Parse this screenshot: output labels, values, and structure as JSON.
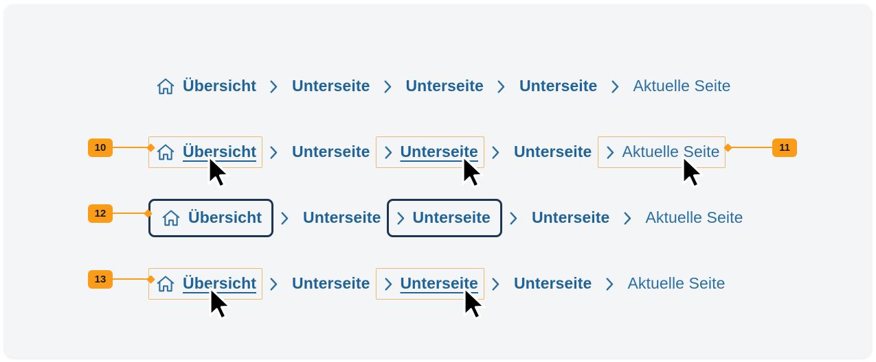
{
  "panel": {
    "background": "#f4f5f7",
    "accent_link": "#1f6399",
    "accent_annotation": "#fb9c18",
    "focus_border": "#1d3550",
    "hover_border": "#f0b86a"
  },
  "labels": {
    "home": "Übersicht",
    "sub": "Unterseite",
    "current": "Aktuelle Seite",
    "separator": "chevron-right"
  },
  "rows": [
    {
      "id": "row-default",
      "state": "default",
      "items": [
        {
          "label": "Übersicht",
          "icon": "home-icon",
          "boxed": false,
          "underlined": false,
          "current": false
        },
        {
          "label": "Unterseite",
          "boxed": false,
          "underlined": false,
          "current": false
        },
        {
          "label": "Unterseite",
          "boxed": false,
          "underlined": false,
          "current": false
        },
        {
          "label": "Unterseite",
          "boxed": false,
          "underlined": false,
          "current": false
        },
        {
          "label": "Aktuelle Seite",
          "boxed": false,
          "underlined": false,
          "current": true
        }
      ]
    },
    {
      "id": "row-hover",
      "state": "hover",
      "items": [
        {
          "label": "Übersicht",
          "icon": "home-icon",
          "boxed": "hover",
          "underlined": true,
          "current": false
        },
        {
          "label": "Unterseite",
          "boxed": false,
          "underlined": false,
          "current": false
        },
        {
          "label": "Unterseite",
          "boxed": "hover",
          "underlined": true,
          "current": false
        },
        {
          "label": "Unterseite",
          "boxed": false,
          "underlined": false,
          "current": false
        },
        {
          "label": "Aktuelle Seite",
          "boxed": "hover",
          "underlined": false,
          "current": true
        }
      ]
    },
    {
      "id": "row-focus",
      "state": "focus",
      "items": [
        {
          "label": "Übersicht",
          "icon": "home-icon",
          "boxed": "focus",
          "underlined": false,
          "current": false
        },
        {
          "label": "Unterseite",
          "boxed": false,
          "underlined": false,
          "current": false
        },
        {
          "label": "Unterseite",
          "boxed": "focus",
          "underlined": false,
          "current": false
        },
        {
          "label": "Unterseite",
          "boxed": false,
          "underlined": false,
          "current": false
        },
        {
          "label": "Aktuelle Seite",
          "boxed": false,
          "underlined": false,
          "current": true
        }
      ]
    },
    {
      "id": "row-active",
      "state": "active",
      "items": [
        {
          "label": "Übersicht",
          "icon": "home-icon",
          "boxed": "hover",
          "underlined": true,
          "current": false
        },
        {
          "label": "Unterseite",
          "boxed": false,
          "underlined": false,
          "current": false
        },
        {
          "label": "Unterseite",
          "boxed": "hover",
          "underlined": true,
          "current": false
        },
        {
          "label": "Unterseite",
          "boxed": false,
          "underlined": false,
          "current": false
        },
        {
          "label": "Aktuelle Seite",
          "boxed": false,
          "underlined": false,
          "current": true
        }
      ]
    }
  ],
  "annotations": [
    {
      "number": "10",
      "target": "row-hover-home-item"
    },
    {
      "number": "11",
      "target": "row-hover-current-item"
    },
    {
      "number": "12",
      "target": "row-focus-home-item"
    },
    {
      "number": "13",
      "target": "row-active-home-item"
    }
  ],
  "cursors": [
    {
      "name": "cursor-row-hover-home"
    },
    {
      "name": "cursor-row-hover-sub"
    },
    {
      "name": "cursor-row-hover-current"
    },
    {
      "name": "cursor-row-active-home"
    },
    {
      "name": "cursor-row-active-sub"
    }
  ]
}
